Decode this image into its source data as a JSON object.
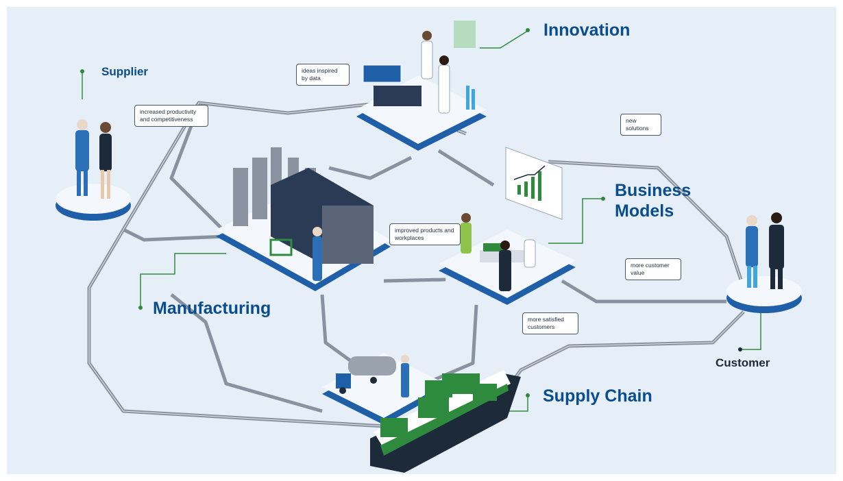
{
  "labels": {
    "innovation": "Innovation",
    "business_models": "Business Models",
    "manufacturing": "Manufacturing",
    "supply_chain": "Supply Chain",
    "supplier": "Supplier",
    "customer": "Customer"
  },
  "callouts": {
    "ideas": "ideas inspired by data",
    "productivity": "increased productivity and competitiveness",
    "new_solutions": "new solutions",
    "improved_products": "improved products and workplaces",
    "customer_value": "more customer value",
    "satisfied_customers": "more satisfied customers"
  },
  "colors": {
    "background": "#e6eef8",
    "title_blue": "#0a4d8c",
    "platform_edge": "#1f5fa8",
    "accent_green": "#2e8b3e",
    "track": "#6b7482"
  }
}
